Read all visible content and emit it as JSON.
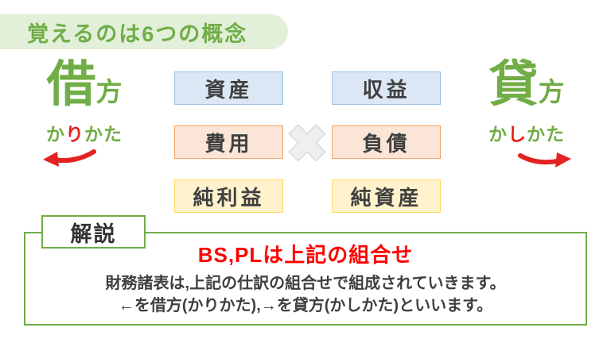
{
  "colors": {
    "green": "#70ad47",
    "green-light": "#e2efd9",
    "red": "#ff0000",
    "accent-red": "#e32322",
    "text-dark": "#3f3f3f",
    "blue-fill": "#dbe7f4",
    "blue-border": "#9cc2e5",
    "peach-fill": "#fbe5d6",
    "peach-border": "#f0a264",
    "yellow-fill": "#fff2cc",
    "yellow-border": "#ffd966",
    "gray-fill": "#efefef",
    "gray-border": "#d9d9d9"
  },
  "header": {
    "title": "覚えるのは6つの概念"
  },
  "debit": {
    "kanji_main": "借",
    "kanji_suffix": "方",
    "ruby_pre": "か",
    "ruby_accent": "り",
    "ruby_post": "かた"
  },
  "credit": {
    "kanji_main": "貸",
    "kanji_suffix": "方",
    "ruby_pre": "か",
    "ruby_accent": "し",
    "ruby_post": "かた"
  },
  "concepts": {
    "boxes": [
      {
        "label": "資産",
        "style": "blue"
      },
      {
        "label": "収益",
        "style": "blue"
      },
      {
        "label": "費用",
        "style": "peach"
      },
      {
        "label": "負債",
        "style": "peach"
      },
      {
        "label": "純利益",
        "style": "yellow"
      },
      {
        "label": "純資産",
        "style": "yellow"
      }
    ]
  },
  "explanation": {
    "label": "解説",
    "heading": "BS,PLは上記の組合せ",
    "line1": "財務諸表は,上記の仕訳の組合せで組成されていきます。",
    "line2": "←を借方(かりかた),→を貸方(かしかた)といいます。"
  }
}
